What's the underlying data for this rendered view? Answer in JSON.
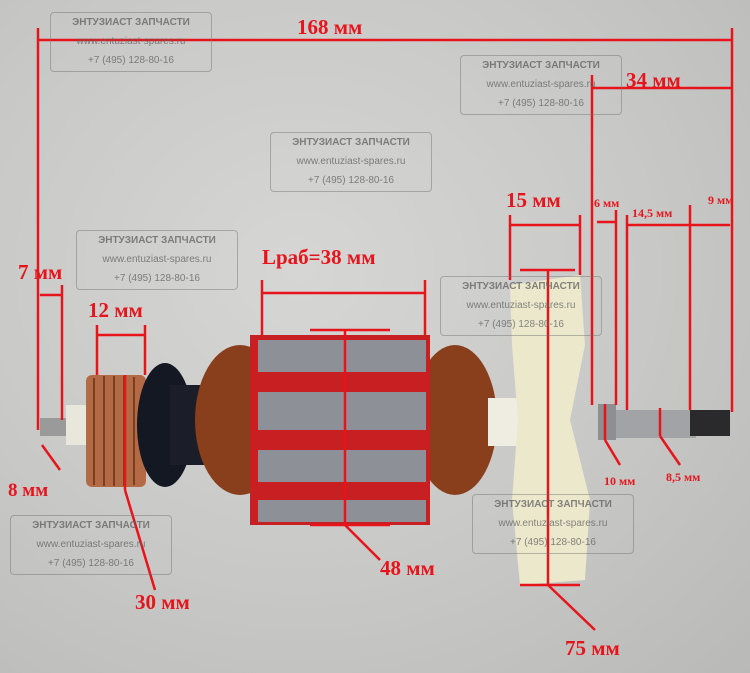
{
  "watermark": {
    "title": "ЭНТУЗИАСТ ЗАПЧАСТИ",
    "site": "www.entuziast-spares.ru",
    "phone": "+7 (495) 128-80-16"
  },
  "dimensions": {
    "total_length": "168 мм",
    "shaft_right": "34 мм",
    "fan_width": "15 мм",
    "bearing_seat": "6 мм",
    "shaft_mid": "14,5 мм",
    "thread": "9 мм",
    "left_shaft": "7 мм",
    "commutator_length": "12 мм",
    "working_length": "Lраб=38 мм",
    "left_shaft_diameter": "8 мм",
    "commutator_diameter": "30 мм",
    "stack_diameter": "48 мм",
    "fan_diameter": "75 мм",
    "bearing_diameter": "10 мм",
    "shaft_diameter": "8,5 мм"
  },
  "colors": {
    "annotation": "#e8141c"
  }
}
